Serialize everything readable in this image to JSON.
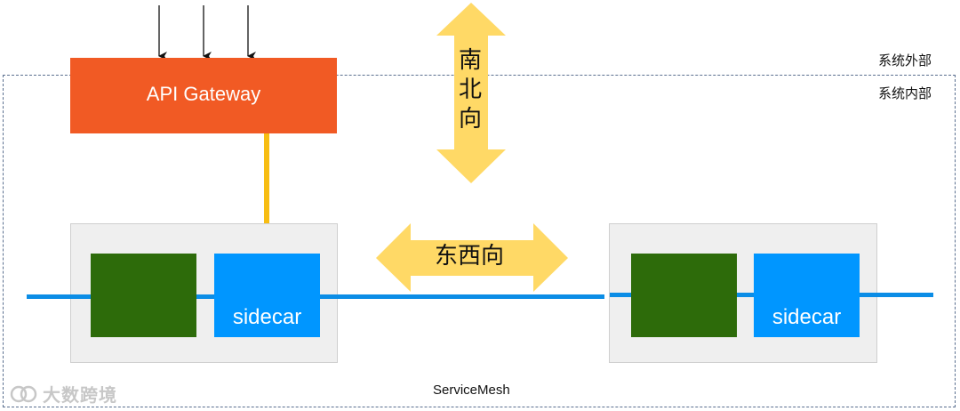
{
  "regions": {
    "outside_label": "系统外部",
    "inside_label": "系统内部"
  },
  "gateway": {
    "label": "API Gateway"
  },
  "nodes": {
    "left": {
      "sidecar_label": "sidecar"
    },
    "right": {
      "sidecar_label": "sidecar"
    }
  },
  "directions": {
    "north_south": [
      "南",
      "北",
      "向"
    ],
    "east_west": "东西向"
  },
  "mesh_label": "ServiceMesh",
  "watermark": {
    "text": "大数跨境"
  },
  "colors": {
    "gateway": "#f15a24",
    "gateway_link": "#f7bd13",
    "sidecar": "#0096ff",
    "app": "#2d6b0a",
    "mesh_line": "#0b8de6",
    "direction_arrow": "#ffd966",
    "node_background": "#efefef",
    "boundary": "#5a6f8f"
  },
  "icons": {
    "incoming_requests": "down-arrow-icon",
    "north_south": "vertical-double-arrow-icon",
    "east_west": "horizontal-double-arrow-icon",
    "watermark": "ring-logo-icon"
  }
}
